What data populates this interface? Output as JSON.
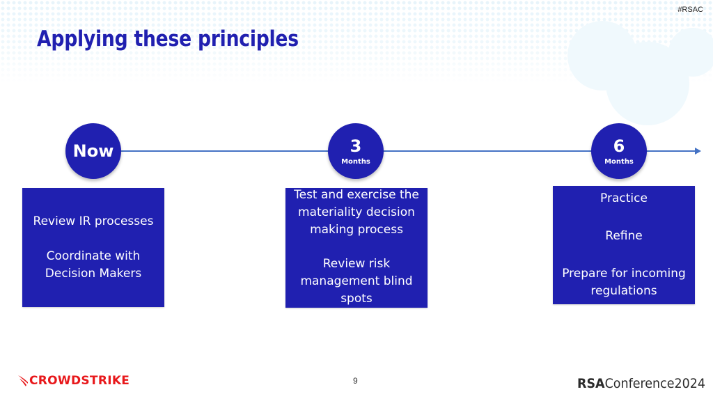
{
  "header": {
    "hashtag": "#RSAC",
    "title": "Applying these principles"
  },
  "timeline": {
    "line_color": "#4472c4",
    "milestones": [
      {
        "main": "Now",
        "sub": ""
      },
      {
        "main": "3",
        "sub": "Months"
      },
      {
        "main": "6",
        "sub": "Months"
      }
    ],
    "boxes": [
      {
        "lines": [
          "Review IR processes",
          "",
          "Coordinate with",
          "Decision Makers"
        ]
      },
      {
        "lines": [
          "Test and exercise the",
          "materiality decision",
          "making process",
          "",
          "Review risk",
          "management blind",
          "spots"
        ]
      },
      {
        "lines": [
          "Practice",
          "",
          "Refine",
          "",
          "Prepare for incoming",
          "regulations"
        ]
      }
    ]
  },
  "footer": {
    "left_logo": "CROWDSTRIKE",
    "page_number": "9",
    "right_logo_bold": "RSA",
    "right_logo_text": "Conference",
    "right_logo_year": "2024"
  },
  "colors": {
    "primary": "#2020b0",
    "accent_red": "#e8181b",
    "line": "#4472c4"
  }
}
